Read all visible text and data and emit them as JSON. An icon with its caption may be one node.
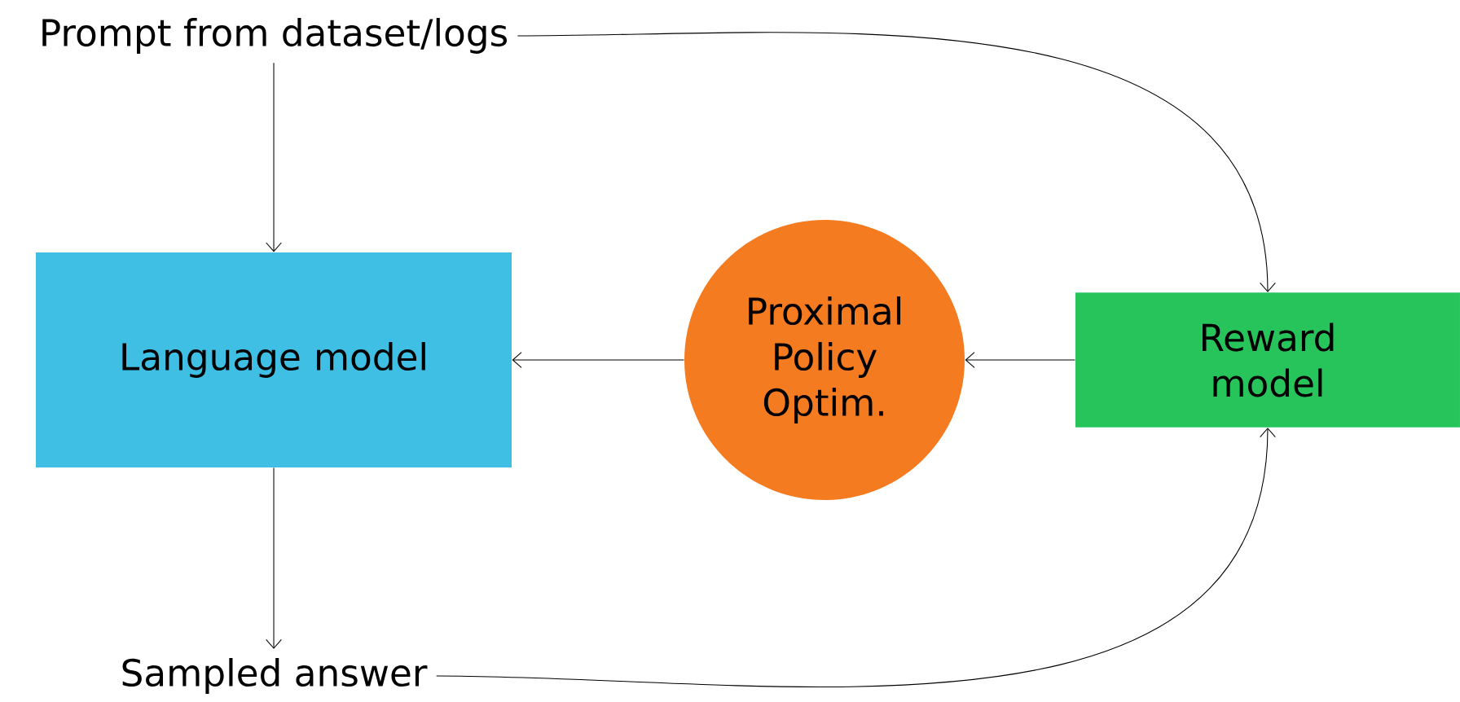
{
  "diagram": {
    "nodes": [
      {
        "text": [
          "Prompt from dataset/logs"
        ]
      },
      {
        "text": [
          "Language model"
        ]
      },
      {
        "text": [
          "Proximal Policy Optim."
        ]
      },
      {
        "text": [
          "Reward model"
        ]
      },
      {
        "text": [
          "Sampled answer"
        ]
      }
    ],
    "edges": [
      {
        "from": 0,
        "to": 1,
        "arrow": "to"
      },
      {
        "from": 0,
        "to": 3,
        "arrow": "to"
      },
      {
        "from": 1,
        "to": 4,
        "arrow": "to"
      },
      {
        "from": 4,
        "to": 3,
        "arrow": "to"
      },
      {
        "from": 3,
        "to": 2,
        "arrow": "to"
      },
      {
        "from": 2,
        "to": 1,
        "arrow": "to"
      }
    ]
  }
}
